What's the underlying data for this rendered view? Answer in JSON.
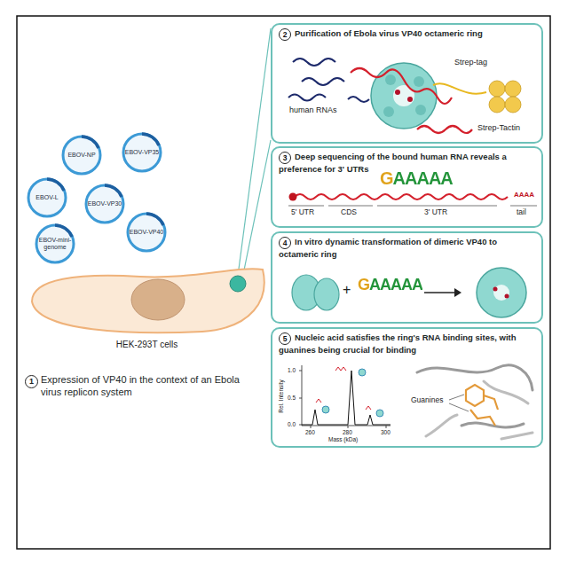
{
  "diagram": {
    "nodes": [
      {
        "text": [
          "EBOV-L"
        ]
      },
      {
        "text": [
          "EBOV-NP"
        ]
      },
      {
        "text": [
          "EBOV-VP35"
        ]
      },
      {
        "text": [
          "EBOV-VP30"
        ]
      },
      {
        "text": [
          "EBOV-mini-genome"
        ]
      },
      {
        "text": [
          "EBOV-VP40"
        ]
      },
      {
        "text": [
          "HEK-293T cells"
        ]
      },
      {
        "text": [
          "2",
          "Purification of Ebola virus VP40 octameric ring"
        ]
      },
      {
        "text": [
          "3",
          "Deep sequencing of the bound human RNA reveals a preference for 3' UTRs"
        ]
      },
      {
        "text": [
          "4",
          "In vitro dynamic transformation of dimeric VP40 to octameric ring"
        ]
      },
      {
        "text": [
          "5",
          "Nucleic acid satisfies the ring's RNA binding sites, with guanines being crucial for binding"
        ]
      }
    ],
    "labels": [
      "1",
      "Expression of VP40 in the context of an Ebola virus replicon system",
      "human RNAs",
      "Strep-tag",
      "Strep-Tactin",
      "GAAAAA",
      "AAAA",
      "5' UTR",
      "CDS",
      "3' UTR",
      "tail",
      "GAAAAA",
      "Rel. Intensity",
      "1.0",
      "0.5",
      "0.0",
      "260",
      "280",
      "300",
      "Mass (kDa)",
      "Guanines",
      "+"
    ]
  }
}
